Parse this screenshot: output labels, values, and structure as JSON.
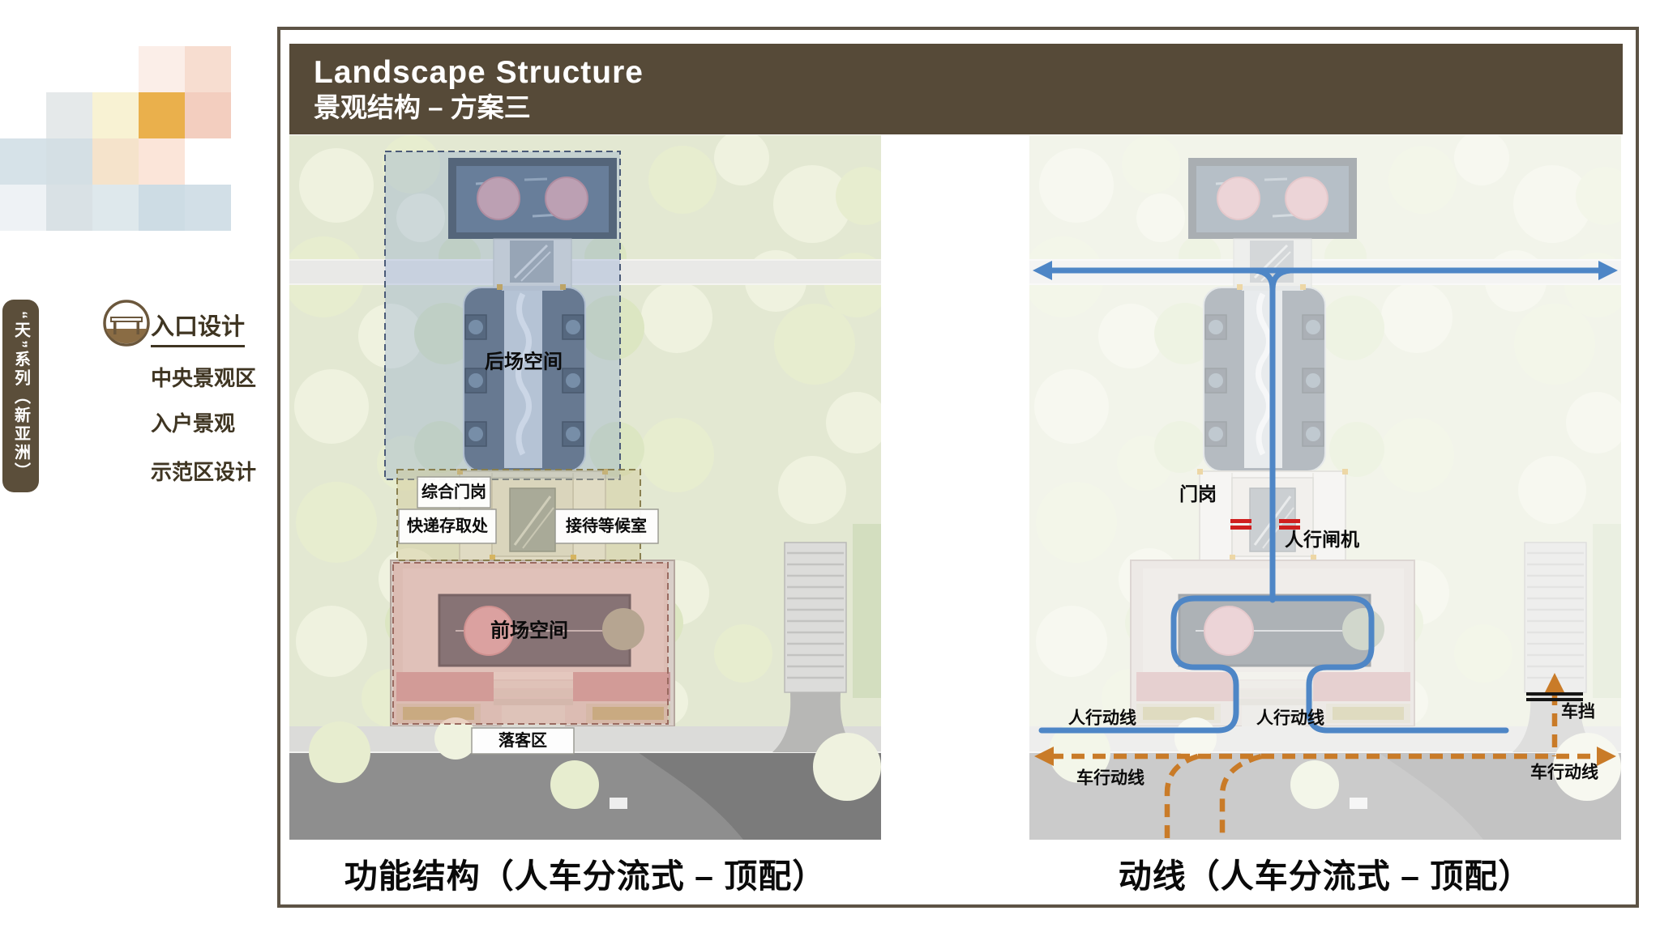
{
  "theme": {
    "headerBrown": "#564a38",
    "tabBrown": "#5b4e3a",
    "menuBrown": "#3f3522",
    "boxBorder": "#5d5345",
    "ped": "#4e86c6",
    "veh": "#c97b28",
    "red": "#cf1f1f"
  },
  "sidebar": {
    "series_tab": "“天”系列（新亚洲）",
    "menu": [
      {
        "label": "入口设计",
        "active": true
      },
      {
        "label": "中央景观区",
        "active": false
      },
      {
        "label": "入户景观",
        "active": false
      },
      {
        "label": "示范区设计",
        "active": false
      }
    ],
    "swatches": [
      {
        "r": 1,
        "c": 4,
        "color": "#fbeee8"
      },
      {
        "r": 1,
        "c": 5,
        "color": "#f7ddd0"
      },
      {
        "r": 2,
        "c": 2,
        "color": "#e5e9ea"
      },
      {
        "r": 2,
        "c": 3,
        "color": "#f8f2d3"
      },
      {
        "r": 2,
        "c": 4,
        "color": "#eab04c"
      },
      {
        "r": 2,
        "c": 5,
        "color": "#f3cebf"
      },
      {
        "r": 3,
        "c": 1,
        "color": "#d6e2e8"
      },
      {
        "r": 3,
        "c": 2,
        "color": "#d4dfe4"
      },
      {
        "r": 3,
        "c": 3,
        "color": "#f5e3cb"
      },
      {
        "r": 3,
        "c": 4,
        "color": "#fbe5d9"
      },
      {
        "r": 4,
        "c": 1,
        "color": "#eef2f5"
      },
      {
        "r": 4,
        "c": 2,
        "color": "#d9e1e5"
      },
      {
        "r": 4,
        "c": 3,
        "color": "#dee8ec"
      },
      {
        "r": 4,
        "c": 4,
        "color": "#cddce4"
      },
      {
        "r": 4,
        "c": 5,
        "color": "#d2dfe7"
      }
    ]
  },
  "header": {
    "title_en": "Landscape Structure",
    "title_cn": "景观结构 – 方案三"
  },
  "left_plan": {
    "caption": "功能结构（人车分流式 – 顶配）",
    "labels": {
      "houchang": "后场空间",
      "zonghe": "综合门岗",
      "kuaidi": "快递存取处",
      "jiedai": "接待等候室",
      "qianchang": "前场空间",
      "luoke": "落客区"
    }
  },
  "right_plan": {
    "caption": "动线（人车分流式 – 顶配）",
    "labels": {
      "mengang": "门岗",
      "renxingzhaji": "人行闸机",
      "renxing_left": "人行动线",
      "renxing_right": "人行动线",
      "chedang": "车挡",
      "chexing_left": "车行动线",
      "chexing_right": "车行动线"
    }
  }
}
